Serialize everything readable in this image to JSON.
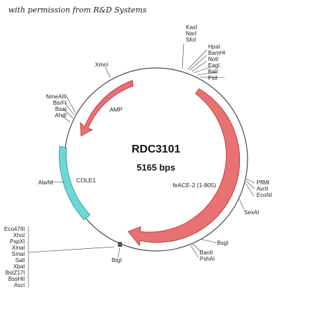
{
  "credit_text": "with permission from R&D Systems",
  "plasmid": {
    "name": "RDC3101",
    "size_label": "5165 bps"
  },
  "features": [
    {
      "key": "amp",
      "label": "AMP",
      "color": "#e87272",
      "stroke": "#c23b3b"
    },
    {
      "key": "feace",
      "label": "feACE-2 (1-805)",
      "color": "#e87272",
      "stroke": "#c23b3b"
    },
    {
      "key": "cole1",
      "label": "COLE1",
      "color": "#6fd6d6",
      "stroke": "#3aa6a6"
    }
  ],
  "sites": {
    "kas_group": [
      "KasI",
      "NarI",
      "SfoI"
    ],
    "hpa_group": [
      "HpaI",
      "BamHI",
      "NotI",
      "EagI",
      "BalI",
      "PsiI"
    ],
    "xmn": [
      "XmnI"
    ],
    "nme_group": [
      "NmeAIII",
      "BsrFI",
      "BsaI",
      "AhdI"
    ],
    "alw": [
      "AlwNI"
    ],
    "pfm_group": [
      "PflMI",
      "AvrII",
      "EcoNI"
    ],
    "sex": [
      "SexAI"
    ],
    "bsg": [
      "BsgI"
    ],
    "ban_group": [
      "BanII",
      "PshAI"
    ],
    "btg": [
      "BtgI"
    ],
    "mcs_group": [
      "Eco47III",
      "XhoI",
      "PspXI",
      "XmaI",
      "SmaI",
      "SalI",
      "XbaI",
      "BstZ17I",
      "BssHII",
      "AscI"
    ]
  }
}
